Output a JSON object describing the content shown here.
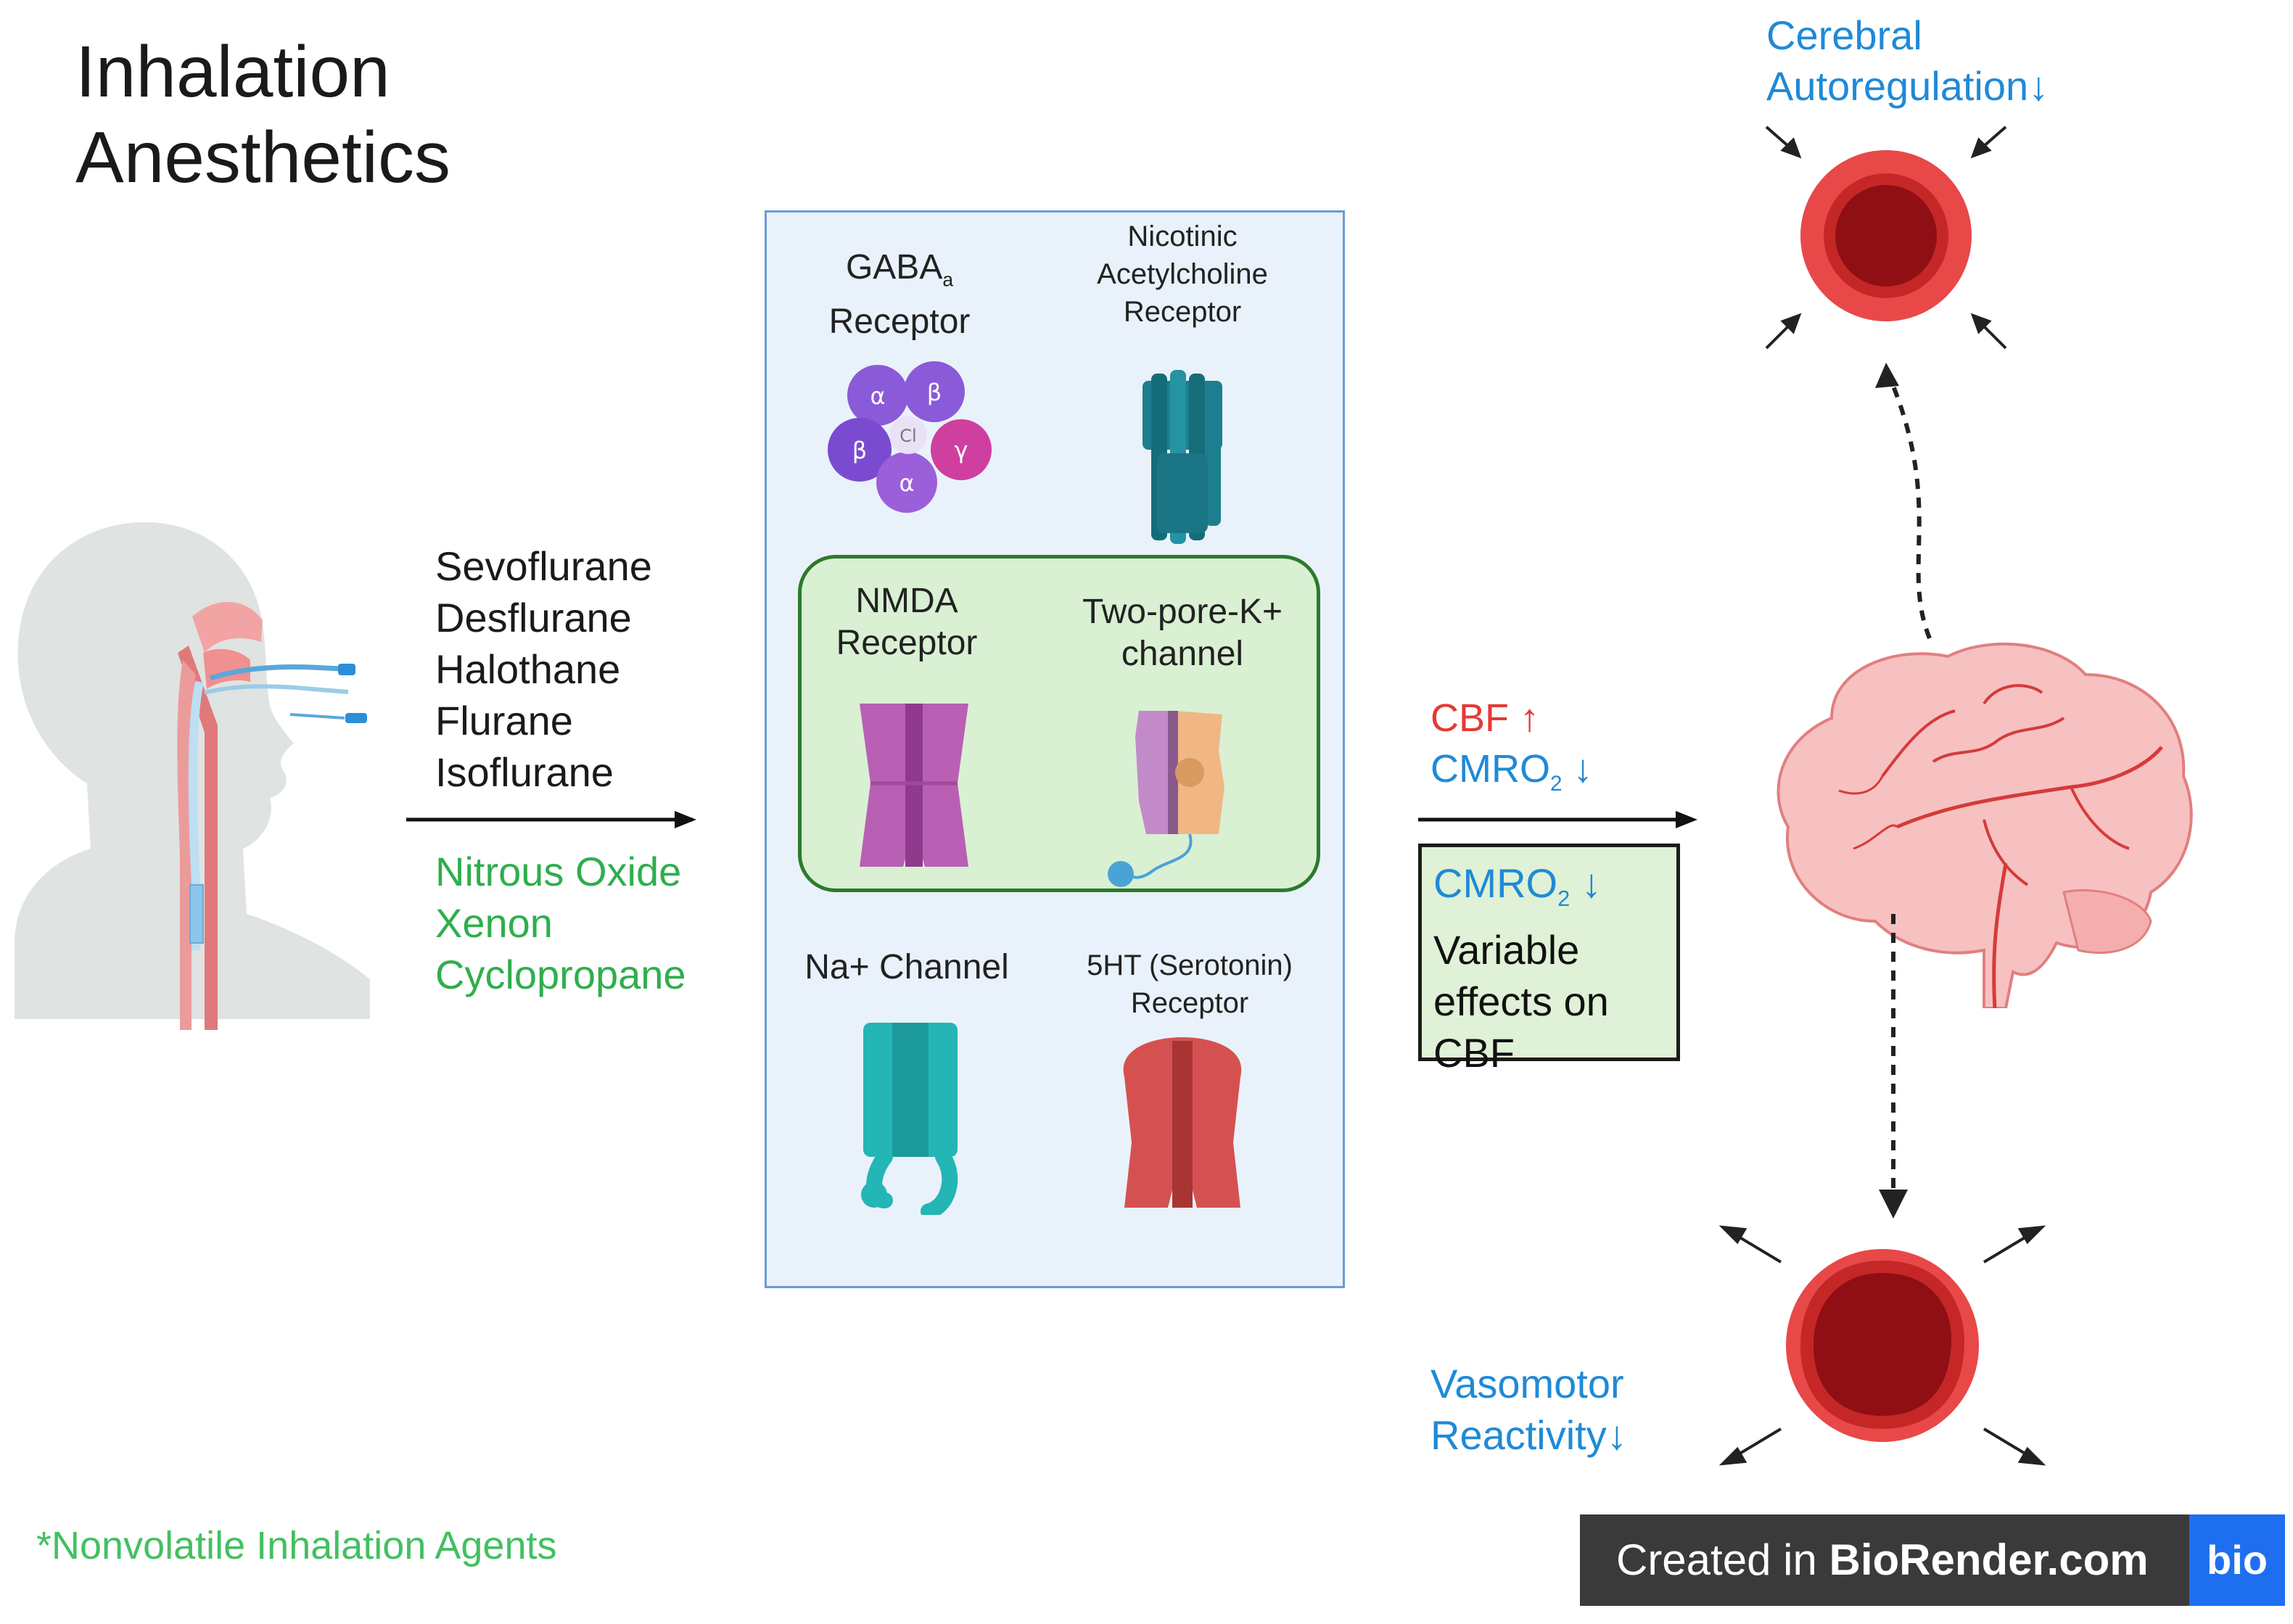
{
  "title": {
    "line1": "Inhalation",
    "line2": "Anesthetics"
  },
  "volatile_agents": [
    "Sevoflurane",
    "Desflurane",
    "Halothane",
    "Flurane",
    "Isoflurane"
  ],
  "nonvolatile_agents": [
    "Nitrous Oxide",
    "Xenon",
    "Cyclopropane"
  ],
  "footnote": "*Nonvolatile Inhalation Agents",
  "receptors": {
    "gaba": {
      "line1": "GABA",
      "subscript": "a",
      "line2": "Receptor",
      "subunits": [
        "α",
        "β",
        "γ",
        "α",
        "β"
      ],
      "ion": "Cl"
    },
    "nicotinic": {
      "line1": "Nicotinic",
      "line2": "Acetylcholine",
      "line3": "Receptor"
    },
    "nmda": {
      "line1": "NMDA",
      "line2": "Receptor"
    },
    "twopore": {
      "line1": "Two-pore-K+",
      "line2": "channel"
    },
    "na": {
      "label": "Na+ Channel"
    },
    "serotonin": {
      "line1": "5HT (Serotonin)",
      "line2": "Receptor"
    }
  },
  "effects": {
    "cbf": "CBF ↑",
    "cmro_prefix": "CMRO",
    "cmro_sub": "2",
    "cmro_suffix": " ↓"
  },
  "variable_box": {
    "cmro_prefix": "CMRO",
    "cmro_sub": "2",
    "cmro_suffix": " ↓",
    "line2": "Variable",
    "line3": "effects on",
    "line4": "CBF"
  },
  "autoregulation": {
    "line1": "Cerebral",
    "line2": "Autoregulation↓"
  },
  "vasomotor": {
    "line1": "Vasomotor",
    "line2": "Reactivity↓"
  },
  "branding": {
    "prefix": "Created in ",
    "brand": "BioRender.com",
    "logo": "bio"
  },
  "colors": {
    "green_text": "#2fae4d",
    "blue_text": "#1f8ad6",
    "red_text": "#e53935",
    "panel_fill": "#e9f2fa",
    "panel_border": "#6b9bd6",
    "green_box": "#d9f0d3",
    "vessel_wall": "#e84848",
    "vessel_lumen": "#8f0f14"
  },
  "icons": [
    "head-intubation-icon",
    "gaba-receptor-icon",
    "nicotinic-receptor-icon",
    "nmda-receptor-icon",
    "two-pore-channel-icon",
    "sodium-channel-icon",
    "serotonin-receptor-icon",
    "brain-icon",
    "constricted-vessel-icon",
    "dilated-vessel-icon"
  ]
}
